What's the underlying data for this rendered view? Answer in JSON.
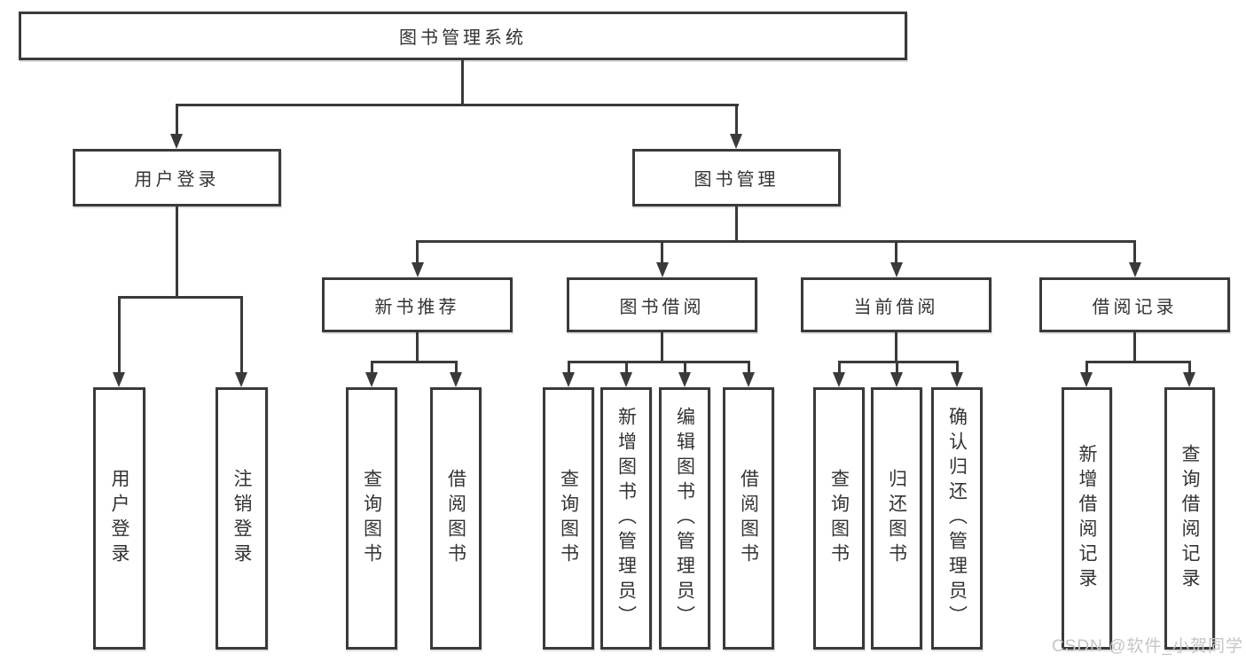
{
  "nodes": {
    "root": "图书管理系统",
    "level2": [
      "用户登录",
      "图书管理"
    ],
    "level3": [
      "新书推荐",
      "图书借阅",
      "当前借阅",
      "借阅记录"
    ],
    "leaves_login": [
      "用户登录",
      "注销登录"
    ],
    "leaves_newbook": [
      "查询图书",
      "借阅图书"
    ],
    "leaves_borrow": [
      "查询图书",
      "新增图书（管理员）",
      "编辑图书（管理员）",
      "借阅图书"
    ],
    "leaves_current": [
      "查询图书",
      "归还图书",
      "确认归还（管理员）"
    ],
    "leaves_record": [
      "新增借阅记录",
      "查询借阅记录"
    ]
  },
  "watermark": "CSDN @软件_小贺同学",
  "colors": {
    "line": "#3a3a3a",
    "text": "#333333",
    "watermark": "#c6c6c6",
    "background": "#ffffff"
  }
}
